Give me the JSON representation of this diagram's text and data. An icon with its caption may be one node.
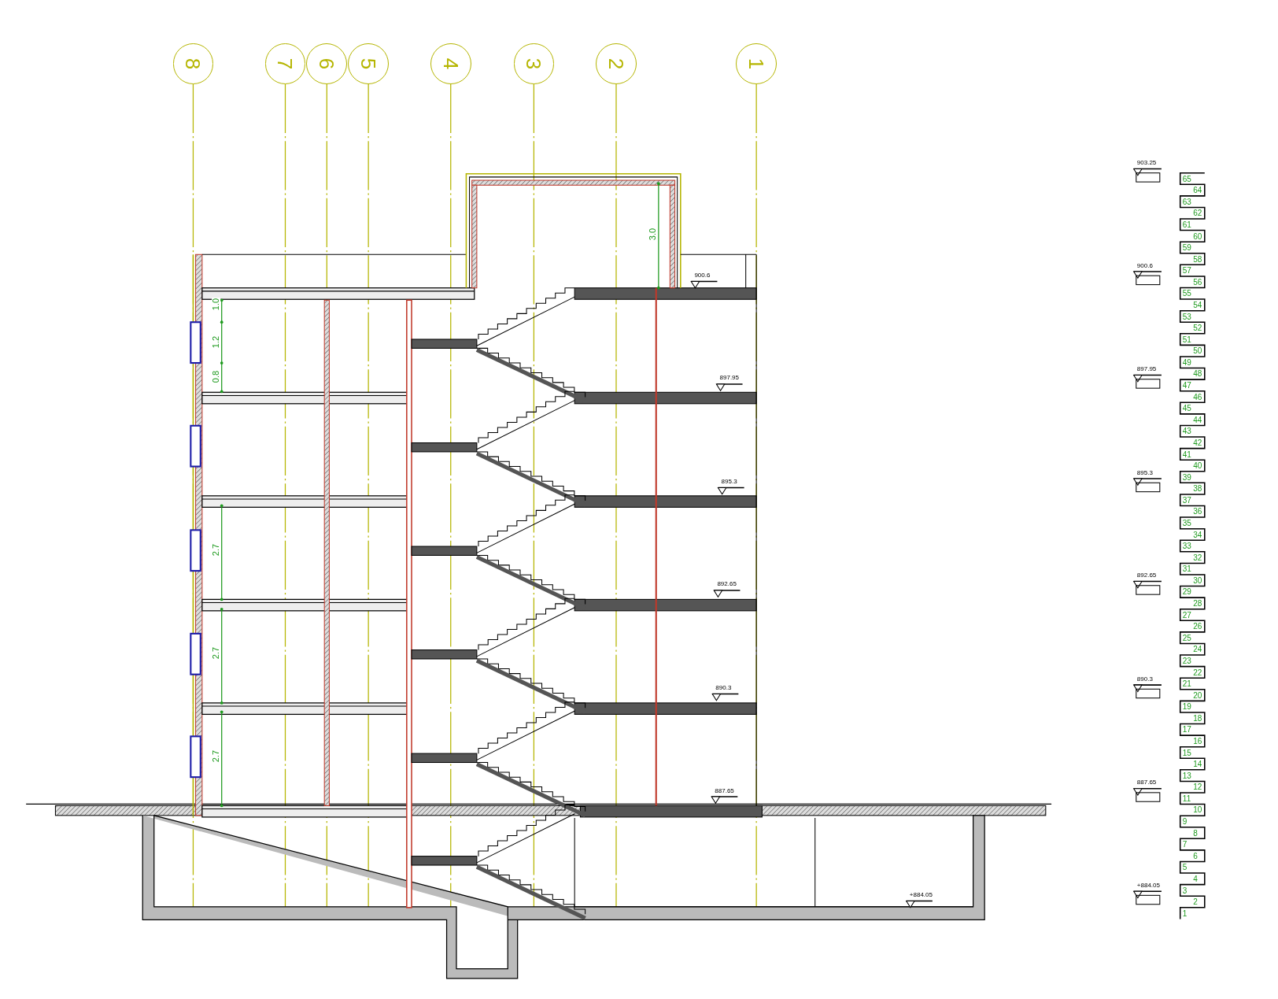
{
  "diagram": {
    "nodes": [
      {
        "text": [
          "8"
        ]
      },
      {
        "text": [
          "7"
        ]
      },
      {
        "text": [
          "6"
        ]
      },
      {
        "text": [
          "5"
        ]
      },
      {
        "text": [
          "4"
        ]
      },
      {
        "text": [
          "3"
        ]
      },
      {
        "text": [
          "2"
        ]
      },
      {
        "text": [
          "1"
        ]
      }
    ],
    "labels": [
      "3.0",
      "900.6",
      "1.0",
      "1.2",
      "0.8",
      "897.95",
      "895.3",
      "2.7",
      "892.65",
      "2.7",
      "890.3",
      "2.7",
      "887.65",
      "+884.05",
      "903.25",
      "900.6",
      "897.95",
      "895.3",
      "892.65",
      "890.3",
      "887.65",
      "+884.05",
      "65",
      "64",
      "63",
      "62",
      "61",
      "60",
      "59",
      "58",
      "57",
      "56",
      "55",
      "54",
      "53",
      "52",
      "51",
      "50",
      "49",
      "48",
      "47",
      "46",
      "45",
      "44",
      "43",
      "42",
      "41",
      "40",
      "39",
      "38",
      "37",
      "36",
      "35",
      "34",
      "33",
      "32",
      "31",
      "30",
      "29",
      "28",
      "27",
      "26",
      "25",
      "24",
      "23",
      "22",
      "21",
      "20",
      "19",
      "18",
      "17",
      "16",
      "15",
      "14",
      "13",
      "12",
      "11",
      "10",
      "9",
      "8",
      "7",
      "6",
      "5",
      "4",
      "3",
      "2",
      "1"
    ]
  }
}
